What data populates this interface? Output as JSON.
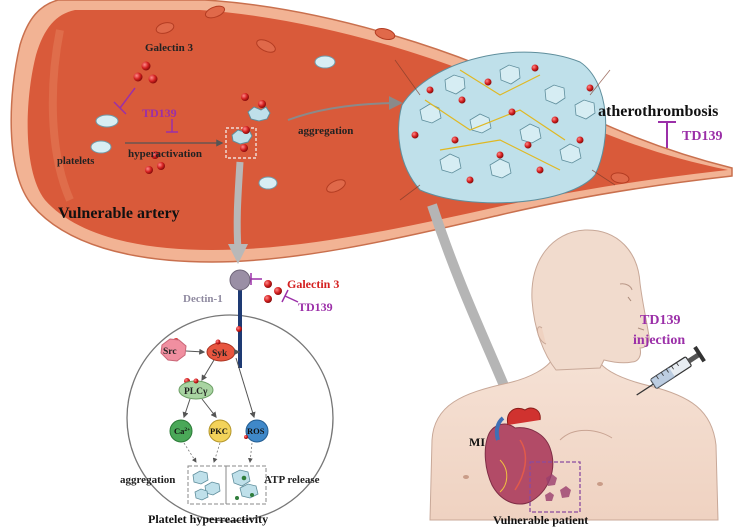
{
  "labels": {
    "galectin_top": "Galectin 3",
    "td139_top": "TD139",
    "platelets": "platelets",
    "hyperactivation": "hyperactivation",
    "aggregation_arrow": "aggregation",
    "atherothrombosis": "atherothrombosis",
    "td139_right": "TD139",
    "vulnerable_artery": "Vulnerable artery",
    "galectin_mid": "Galectin 3",
    "td139_mid": "TD139",
    "dectin": "Dectin-1",
    "src": "Src",
    "syk": "Syk",
    "plcg": "PLCγ",
    "ca": "Ca",
    "ca_sup": "2+",
    "pkc": "PKC",
    "ros": "ROS",
    "aggregation_cell": "aggregation",
    "atp_release": "ATP release",
    "platelet_hyperreactivity": "Platelet hyperreactivity",
    "td139_injection_1": "TD139",
    "td139_injection_2": "injection",
    "mi": "MI",
    "vulnerable_patient": "Vulnerable patient"
  },
  "colors": {
    "inhibitor": "#9b2fa8",
    "galectin_red": "#d42020",
    "artery_lumen": "#d95a3a",
    "artery_wall": "#f2b394",
    "platelet": "#bfe0ea",
    "syk": "#e8553f",
    "src": "#f08fa0",
    "plcg": "#a9d4a2",
    "ca": "#4aa858",
    "pkc": "#f3d35a",
    "ros": "#3f88c9",
    "dectin_head": "#9a8fa5"
  }
}
